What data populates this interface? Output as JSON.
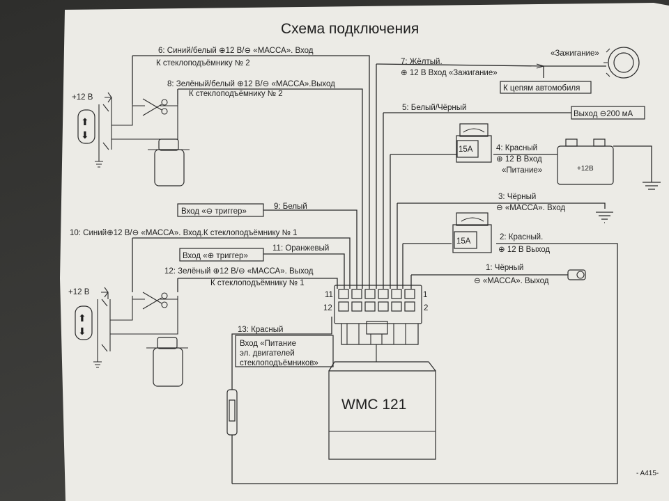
{
  "title": "Схема подключения",
  "module": {
    "name": "WMC 121"
  },
  "footer": {
    "code": "- A415-"
  },
  "connector": {
    "pin_labels": [
      "11",
      "12",
      "1",
      "2"
    ]
  },
  "supply_labels": [
    "+12 В",
    "+12 В"
  ],
  "fuses": [
    "15A",
    "15A"
  ],
  "battery": {
    "label": "+12В"
  },
  "ignition": {
    "label": "«Зажигание»",
    "to_circuits": "К цепям автомобиля"
  },
  "outputs": {
    "out_200ma": "Выход ⊖200 мА",
    "trigger_neg": "Вход «⊖ триггер»",
    "trigger_pos": "Вход «⊕ триггер»"
  },
  "wires": [
    {
      "line1": "6: Синий/белый ⊕12 В/⊖ «МАССА». Вход",
      "line2": "К стеклоподъёмнику № 2"
    },
    {
      "line1": "8: Зелёный/белый ⊕12 В/⊖ «МАССА».Выход",
      "line2": "К стеклоподъёмнику № 2"
    },
    {
      "line1": "7: Жёлтый.",
      "line2": "⊕ 12 В Вход «Зажигание»"
    },
    {
      "line1": "5: Белый/Чёрный"
    },
    {
      "line1": "4: Красный",
      "line2": "⊕ 12 В Вход",
      "line3": "«Питание»"
    },
    {
      "line1": "3: Чёрный",
      "line2": "⊖ «МАССА». Вход"
    },
    {
      "line1": "9: Белый"
    },
    {
      "line1": "10: Синий⊕12 В/⊖ «МАССА». Вход.К стеклоподъёмнику № 1"
    },
    {
      "line1": "2: Красный.",
      "line2": "⊕ 12 В Выход"
    },
    {
      "line1": "11: Оранжевый"
    },
    {
      "line1": "1: Чёрный",
      "line2": "⊖ «МАССА». Выход"
    },
    {
      "line1": "12: Зелёный ⊕12 В/⊖ «МАССА». Выход",
      "line2": "К стеклоподъёмнику № 1"
    },
    {
      "line1": "13: Красный",
      "line2": "Вход «Питание",
      "line3": "эл. двигателей",
      "line4": "стеклоподъёмников»"
    }
  ]
}
